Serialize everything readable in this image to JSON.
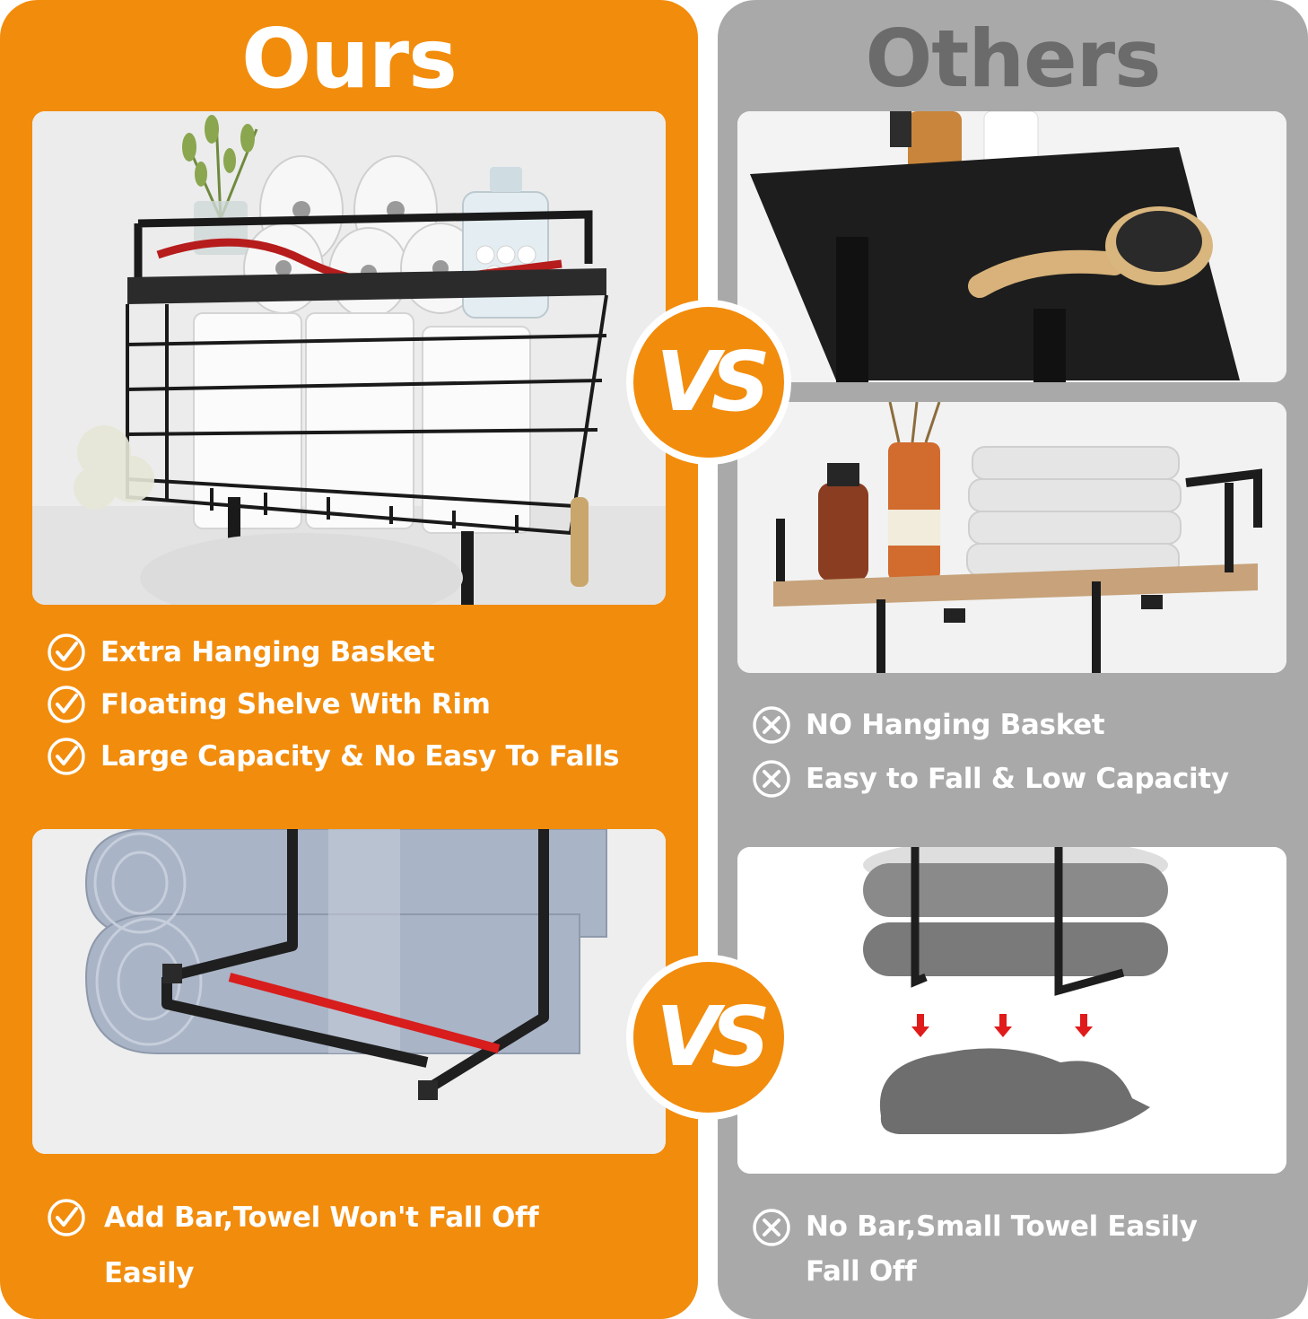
{
  "ours": {
    "heading": "Ours",
    "shelf_features": [
      "Extra Hanging Basket",
      "Floating Shelve With Rim",
      "Large Capacity & No Easy To Falls"
    ],
    "rack_feature_line1": "Add Bar,Towel Won't Fall Off",
    "rack_feature_line2": "Easily"
  },
  "others": {
    "heading": "Others",
    "shelf_cons": [
      "NO Hanging Basket",
      "Easy to Fall & Low Capacity"
    ],
    "rack_con_line1": "No Bar,Small Towel Easily",
    "rack_con_line2": "Fall Off"
  },
  "vs_label": "VS",
  "colors": {
    "accent": "#f28c0c",
    "others_panel": "#a9a9a9",
    "others_heading": "#6b6b6b",
    "highlight": "#d81d1d"
  },
  "icons": {
    "pro": "check-circle-icon",
    "con": "x-circle-icon"
  }
}
